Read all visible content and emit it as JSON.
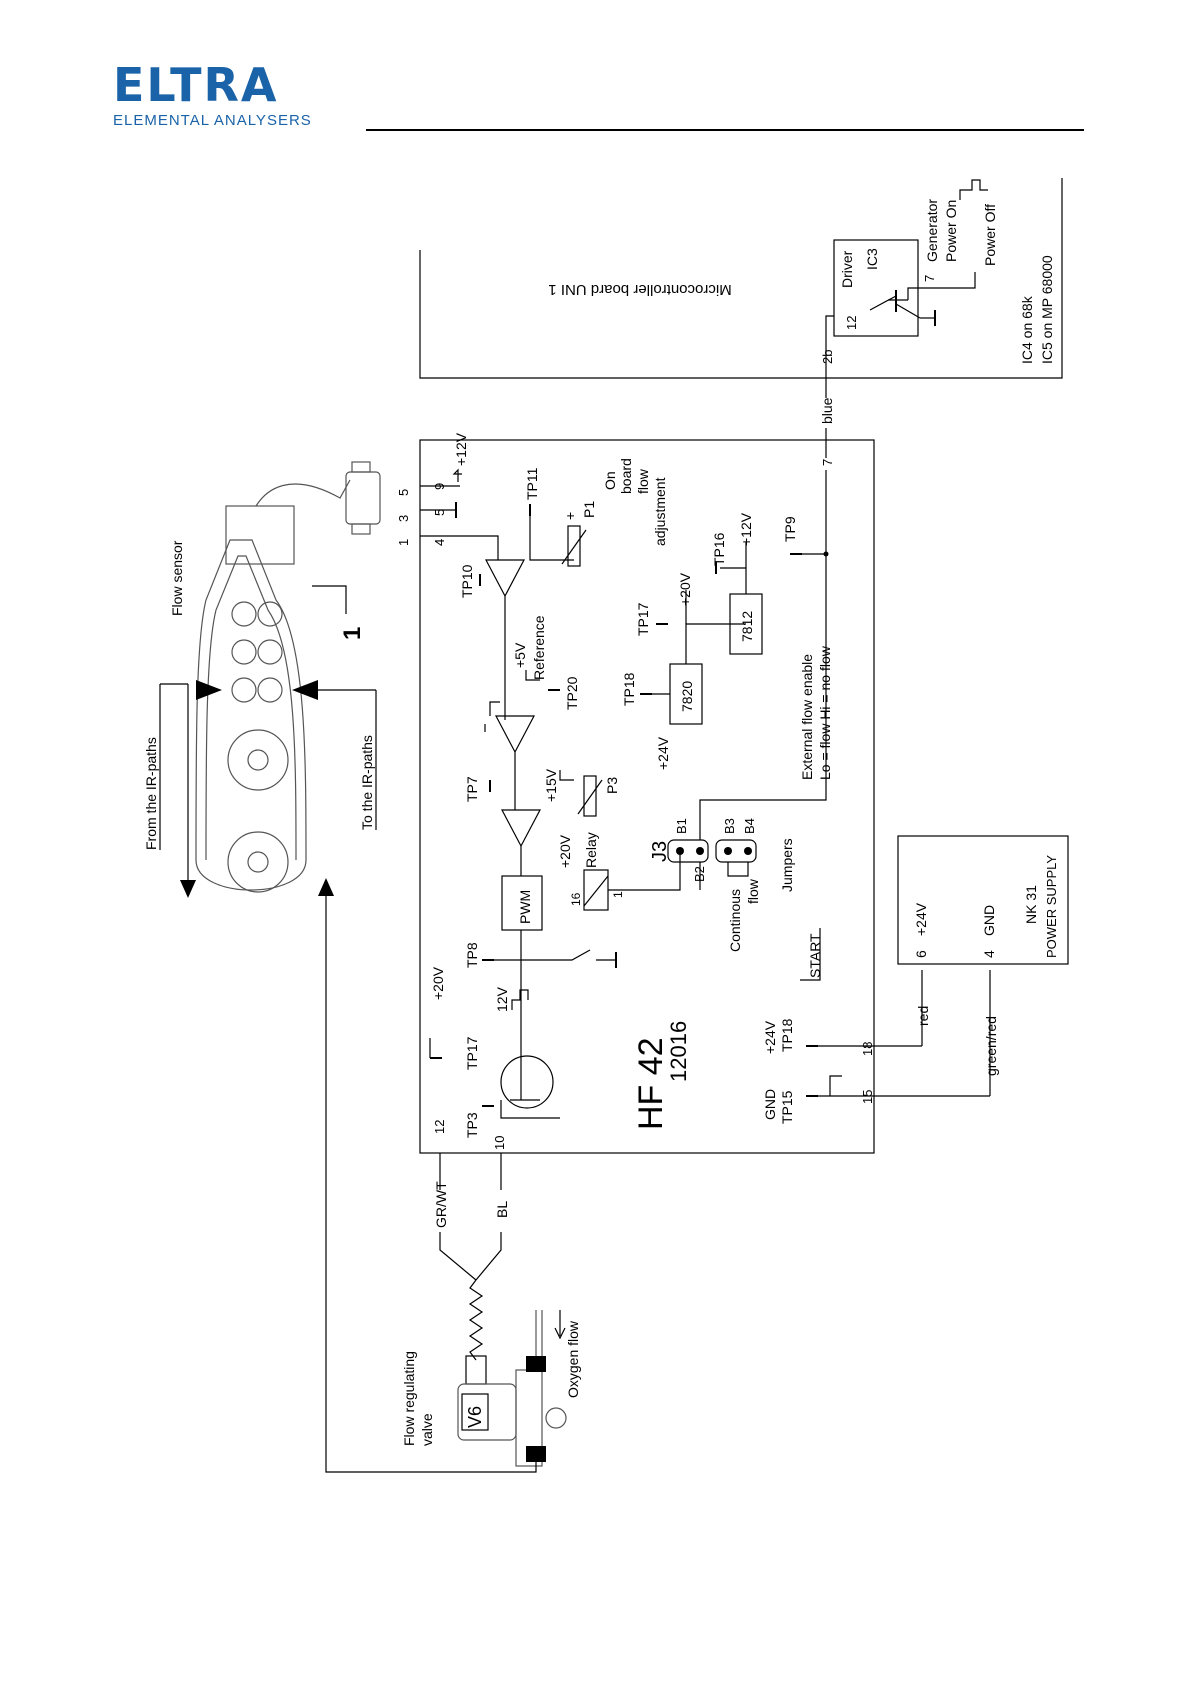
{
  "header": {
    "brand": "ELTRA",
    "brand_sub": "ELEMENTAL ANALYSERS",
    "brand_color": "#1a63a8"
  },
  "labels": {
    "board_name": "HF 42",
    "board_number": "12016",
    "microcontroller": "Microcontroller board UNI 1",
    "ic4_note": "IC4 on 68k",
    "ic5_note": "IC5 on MP 68000",
    "driver": "Driver",
    "ic3": "IC3",
    "generator": "Generator",
    "power_on": "Power On",
    "power_off": "Power Off",
    "pin_2b": "2b",
    "pin_12u": "12",
    "pin_7u": "7",
    "wire_blue": "blue",
    "pin_7": "7",
    "flow_sensor": "Flow sensor",
    "connector_1": "1",
    "from_ir": "From the IR-paths",
    "to_ir": "To the IR-paths",
    "pin_1": "1",
    "pin_3": "3",
    "pin_5a": "5",
    "pin_4": "4",
    "pin_5b": "5",
    "pin_9": "9",
    "v12_top": "+12V",
    "tp11": "TP11",
    "p1": "P1",
    "p1_plus": "+",
    "on_board": "On",
    "board": "board",
    "flow_adj": "flow",
    "adjustment": "adjustment",
    "tp10": "TP10",
    "v5": "+5V",
    "reference": "Reference",
    "tp20": "TP20",
    "tp16": "TP16",
    "v12_mid": "+12V",
    "tp9": "TP9",
    "tp17_mid": "TP17",
    "v20_mid": "+20V",
    "reg_7812": "7812",
    "tp18_mid": "TP18",
    "reg_7820": "7820",
    "v24_mid": "+24V",
    "tp7": "TP7",
    "v15": "+15V",
    "p3": "P3",
    "ext_flow": "External flow enable",
    "lo_hi": "Lo = flow     Hi = no flow",
    "relay": "Relay",
    "v20_relay": "+20V",
    "pin_16": "16",
    "pin_1r": "1",
    "j3": "J3",
    "b1": "B1",
    "b2": "B2",
    "b3": "B3",
    "b4": "B4",
    "jumpers": "Jumpers",
    "continous": "Continous",
    "flow": "flow",
    "pwm": "PWM",
    "tp8": "TP8",
    "v20_left": "+20V",
    "v12_pulse": "12V",
    "tp17_left": "TP17",
    "tp3": "TP3",
    "pin_12l": "12",
    "pin_10": "10",
    "start": "START",
    "v24_b": "+24V",
    "tp18_b": "TP18",
    "pin_18": "18",
    "gnd_b": "GND",
    "tp15": "TP15",
    "pin_15": "15",
    "wire_red": "red",
    "wire_greenred": "green/red",
    "psu_pin6": "6",
    "psu_24v": "+24V",
    "psu_pin4": "4",
    "psu_gnd": "GND",
    "psu_name": "NK 31",
    "psu_sub": "POWER SUPPLY",
    "wire_grwt": "GR/WT",
    "wire_bl": "BL",
    "valve_a": "Flow regulating",
    "valve_b": "valve",
    "valve_v6": "V6",
    "oxygen": "Oxygen flow"
  }
}
